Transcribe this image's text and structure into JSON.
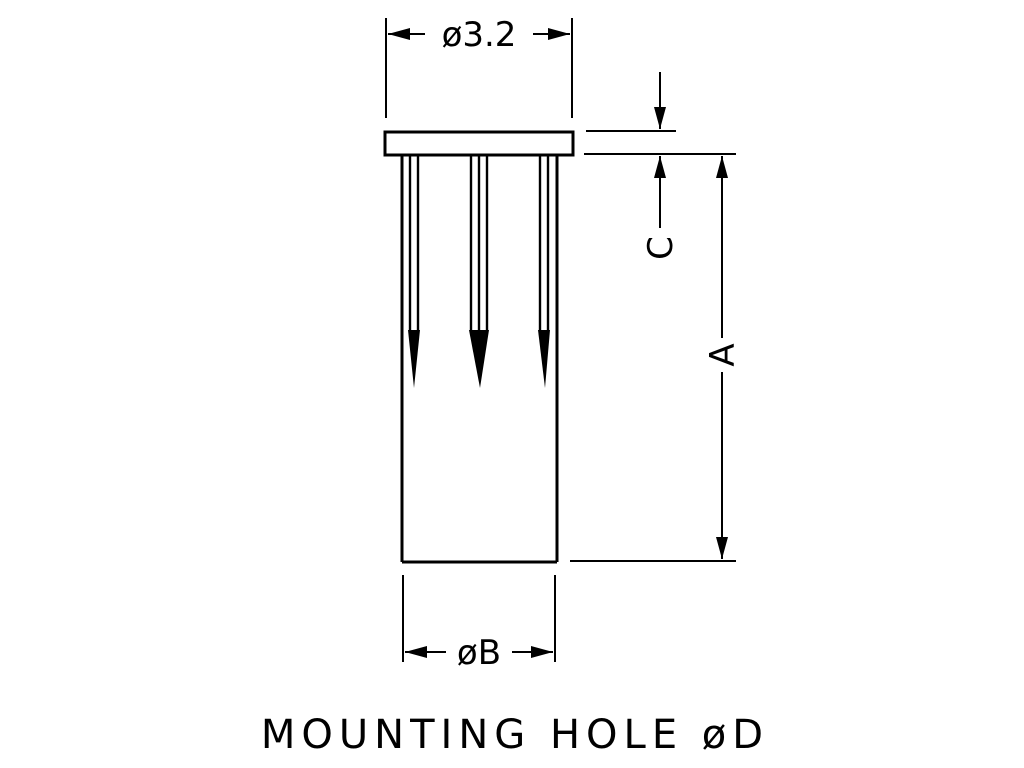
{
  "dimensions": {
    "top_diameter": "ø3.2",
    "bottom_diameter": "øB",
    "height": "A",
    "flange_thickness": "C"
  },
  "caption": "MOUNTING HOLE øD"
}
